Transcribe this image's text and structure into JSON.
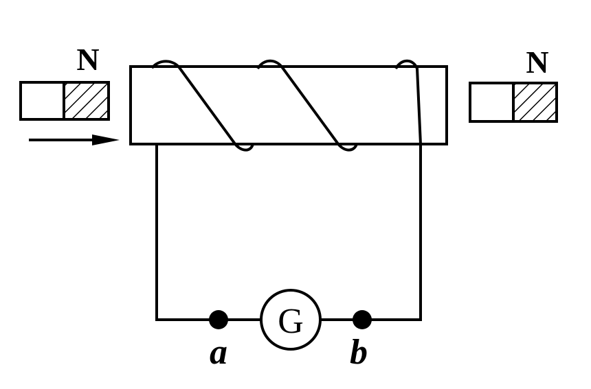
{
  "magnet_left": {
    "pole_label": "N"
  },
  "magnet_right": {
    "pole_label": "N"
  },
  "galvanometer": {
    "label": "G"
  },
  "terminal_a": {
    "label": "a"
  },
  "terminal_b": {
    "label": "b"
  }
}
